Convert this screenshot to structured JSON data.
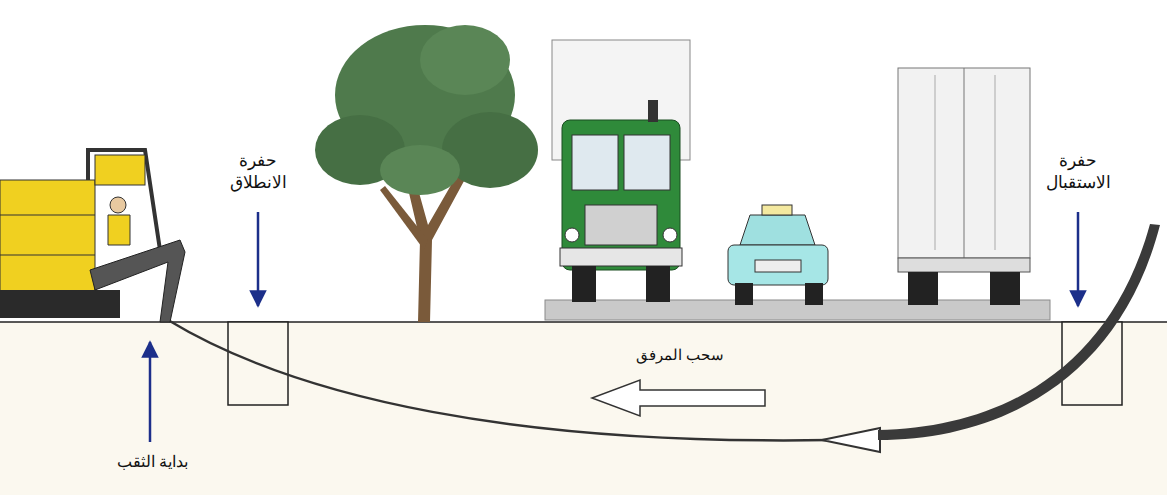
{
  "diagram": {
    "labels": [
      "حفرة الانطلاق",
      "حفرة الاستقبال",
      "سحب المرفق",
      "بداية الثقب"
    ]
  }
}
